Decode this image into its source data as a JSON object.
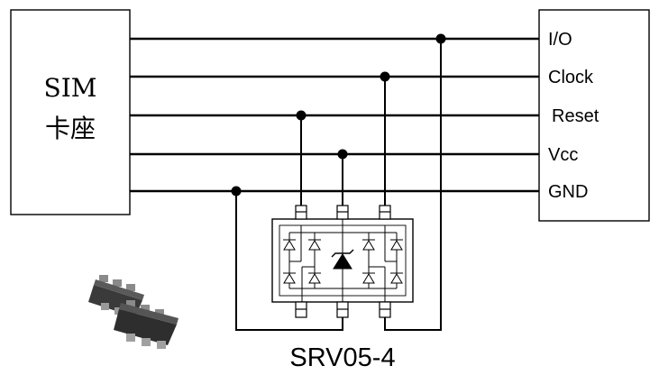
{
  "sim_block": {
    "line1": "SIM",
    "line2": "卡座"
  },
  "signals": [
    "I/O",
    "Clock",
    "Reset",
    "Vcc",
    "GND"
  ],
  "part_label": "SRV05-4"
}
